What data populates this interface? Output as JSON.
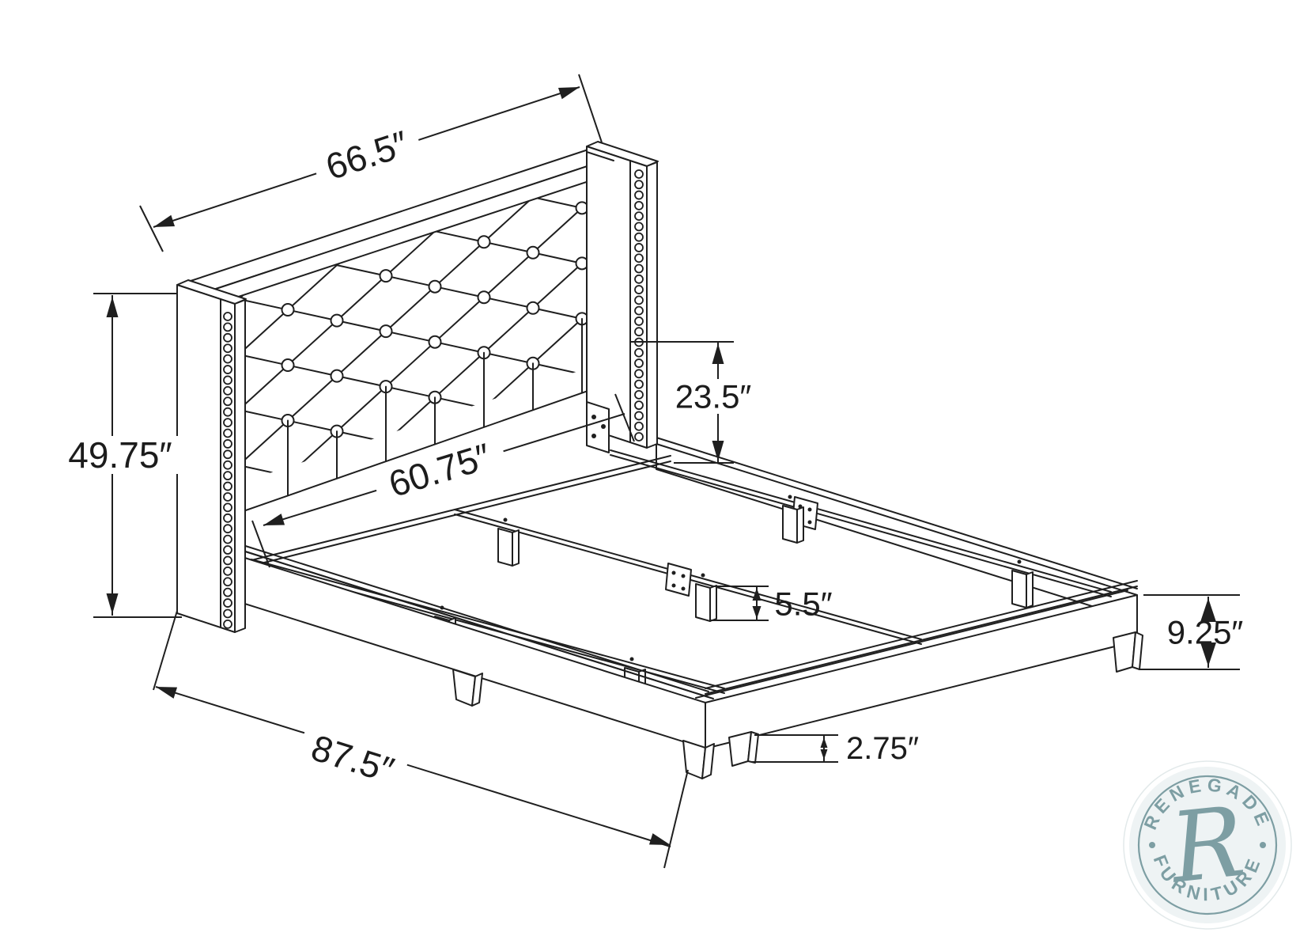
{
  "diagram": {
    "title": "bed-frame-dimension-diagram",
    "dimensions": {
      "headboard_width": "66.5″",
      "headboard_height": "49.75″",
      "headboard_clearance": "23.5″",
      "inner_width": "60.75″",
      "center_leg_height": "5.5″",
      "side_rail_height": "9.25″",
      "bed_length": "87.5″",
      "foot_leg_height": "2.75″"
    }
  },
  "logo": {
    "arc_top": "RENEGADE",
    "arc_bottom": "FURNITURE",
    "monogram": "R",
    "color": "#7d9ea3"
  },
  "colors": {
    "line": "#1f1f1f",
    "background": "#ffffff",
    "logo_teal": "#7d9ea3",
    "logo_badge_bg": "#eef3f4"
  }
}
